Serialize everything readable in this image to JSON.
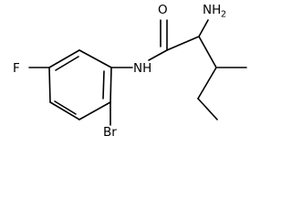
{
  "structure": {
    "atoms": {
      "fluorine": "F",
      "bromine": "Br",
      "amide_nh": "NH",
      "carbonyl_oxygen": "O",
      "amine": "NH",
      "amine_subscript": "2"
    }
  },
  "colors": {
    "bond": "#000000",
    "label": "#000000",
    "background": "#ffffff"
  }
}
